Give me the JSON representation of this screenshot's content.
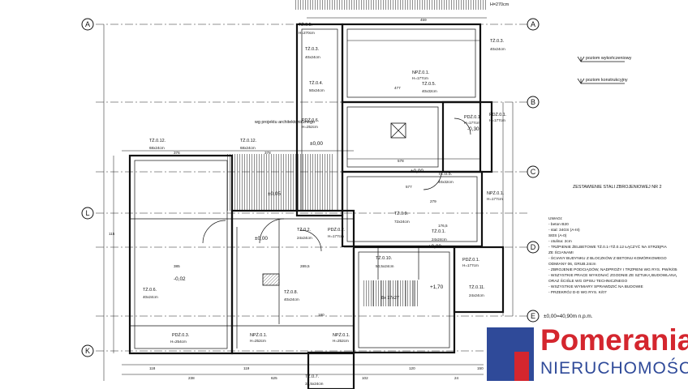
{
  "axes": [
    "A",
    "B",
    "C",
    "D",
    "E",
    "L",
    "K"
  ],
  "header_dim": "H=270cm",
  "levels": {
    "finished": "poziom wykończeniowy",
    "structural": "poziom konstrukcyjny"
  },
  "beams": [
    {
      "id": "TŻ.0.5.",
      "sub": "H=270cm"
    },
    {
      "id": "TŻ.0.3.",
      "sub": "40x24cm"
    },
    {
      "id": "TŻ.0.4.",
      "sub": "50x24cm"
    },
    {
      "id": "TŻ.0.3.",
      "sub": "40x24cm"
    },
    {
      "id": "NPŻ.0.1.",
      "sub": "H=177cm"
    },
    {
      "id": "TŻ.0.5.",
      "sub": "40x32cm"
    },
    {
      "id": "PDŻ.0.1.",
      "sub": "H=177cm"
    },
    {
      "id": "PDŻ.0.1.",
      "sub": "H=177cm"
    },
    {
      "id": "TŻ.0.12.",
      "sub": "68x24cm"
    },
    {
      "id": "TŻ.0.12.",
      "sub": "68x24cm"
    },
    {
      "id": "PDŻ.0.6.",
      "sub": "H=252cm"
    },
    {
      "id": "TŻ.0.2.",
      "sub": "24x24cm"
    },
    {
      "id": "TŻ.0.5.",
      "sub": "40x32cm"
    },
    {
      "id": "NPŻ.0.1.",
      "sub": "H=177cm"
    },
    {
      "id": "TŻ.0.9.",
      "sub": "72x24cm"
    },
    {
      "id": "TŻ.0.1.",
      "sub": "24x24cm"
    },
    {
      "id": "PDŻ.0.2.",
      "sub": "H=177cm"
    },
    {
      "id": "TŻ.0.10.",
      "sub": "50,5x24cm"
    },
    {
      "id": "PDŻ.0.1.",
      "sub": "H=177cm"
    },
    {
      "id": "TŻ.0.6.",
      "sub": "40x24cm"
    },
    {
      "id": "TŻ.0.8.",
      "sub": "40x24cm"
    },
    {
      "id": "TŻ.0.11.",
      "sub": "24x24cm"
    },
    {
      "id": "PDŻ.0.3.",
      "sub": "H=254cm"
    },
    {
      "id": "NPŻ.0.1.",
      "sub": "H=252cm"
    },
    {
      "id": "NPŻ.0.1.",
      "sub": "H=252cm"
    },
    {
      "id": "TŻ.0.7.",
      "sub": "32,5x24cm"
    }
  ],
  "elevations": [
    "±0,00",
    "±0,05",
    "±0,00",
    "-0,30",
    "±0,00",
    "-0,02",
    "+1,70",
    "±0,00"
  ],
  "projekt_note": "wg projektu architektonicznego",
  "title_note": "ZESTAWIENIE STALI ZBROJENIOWEJ NR 2",
  "notes": [
    "UWAGI:",
    "- beton B20",
    "- stal: 34GS (A-III)",
    "        St0S (A-0)",
    "- otulina: 2cm",
    "- TRZPIENIE ŻELBETOWE TŻ.0.1÷TŻ.0.12 ŁĄCZYĆ NA STRZĘPIA",
    "  ZE ŚCIANAMI",
    "- ŚCIANY BUDYNKU Z BLOCZKÓW Z BETONU KOMÓRKOWEGO",
    "  ODMIANY 06, GRUB.24cm",
    "- ZBROJENIE PODCIĄGÓW, NADPROŻY I TRZPIENI WG RYS. PW/K/05",
    "- WSZYSTKIE PRACE WYKONAĆ ZGODNIE ZE SZTUKĄ BUDOWLANĄ",
    "  ORAZ ŚCIŚLE WG OPISU TECHNICZNEGO",
    "- WSZYSTKIE WYMIARY SPRAWDZIĆ NA BUDOWIE",
    "- PRZEKRÓJ D-D WG RYS. K/07"
  ],
  "stair_label": "8x 17x27",
  "bottom_level": "±0,00=40,90m n.p.m.",
  "dims": [
    "376",
    "378",
    "459",
    "477",
    "578",
    "577",
    "279",
    "176,5",
    "118",
    "119",
    "120",
    "150",
    "238",
    "289,5",
    "385",
    "625",
    "115",
    "180",
    "102",
    "24"
  ],
  "logo": {
    "brand": "Pomerania",
    "sub": "NIERUCHOMOŚCI"
  },
  "colors": {
    "line": "#111111",
    "brand_red": "#d4262e",
    "brand_blue": "#2f4a99"
  }
}
